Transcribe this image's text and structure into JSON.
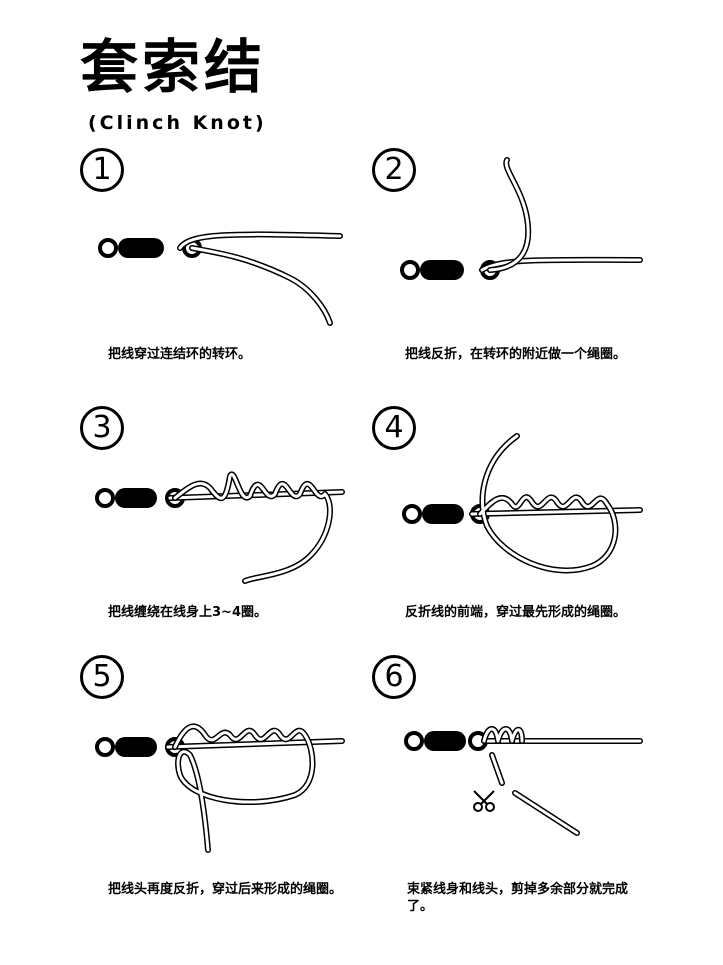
{
  "title": "套索结",
  "subtitle": "(Clinch Knot)",
  "steps": [
    {
      "number": "1",
      "caption": "把线穿过连结环的转环。"
    },
    {
      "number": "2",
      "caption": "把线反折，在转环的附近做一个绳圈。"
    },
    {
      "number": "3",
      "caption": "把线缠绕在线身上3~4圈。"
    },
    {
      "number": "4",
      "caption": "反折线的前端，穿过最先形成的绳圈。"
    },
    {
      "number": "5",
      "caption": "把线头再度反折，穿过后来形成的绳圈。"
    },
    {
      "number": "6",
      "caption": "束紧线身和线头，剪掉多余部分就完成了。"
    }
  ],
  "icons": {
    "swivel": "swivel-icon",
    "scissors": "scissors-icon"
  },
  "colors": {
    "ink": "#000000",
    "paper": "#ffffff"
  }
}
